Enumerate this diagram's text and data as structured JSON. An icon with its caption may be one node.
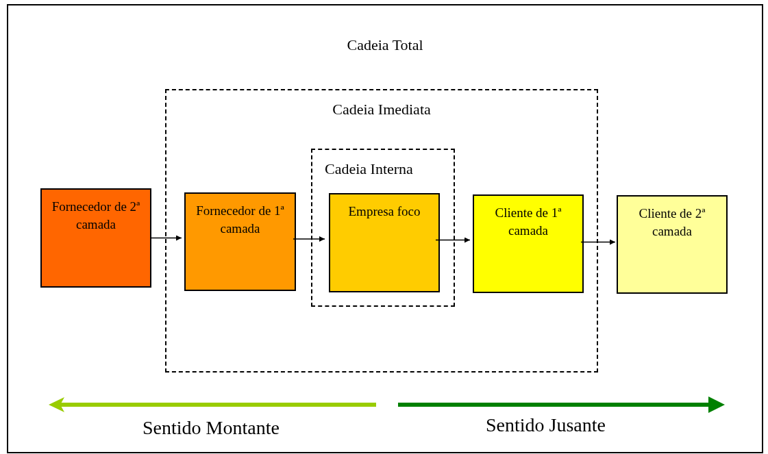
{
  "diagram": {
    "nodes": [
      {
        "text": [
          "Cadeia Total"
        ]
      },
      {
        "text": [
          "Cadeia Imediata"
        ],
        "in": 0
      },
      {
        "text": [
          "Cadeia Interna"
        ],
        "in": 1
      },
      {
        "text": [
          "Fornecedor de 2ª camada"
        ],
        "in": 0
      },
      {
        "text": [
          "Fornecedor de 1ª camada"
        ],
        "in": 1
      },
      {
        "text": [
          "Empresa foco"
        ],
        "in": 2
      },
      {
        "text": [
          "Cliente de 1ª camada"
        ],
        "in": 1
      },
      {
        "text": [
          "Cliente de 2ª camada"
        ],
        "in": 0
      }
    ],
    "edges": [
      {
        "from": 3,
        "to": 4,
        "arrow": "to"
      },
      {
        "from": 4,
        "to": 5,
        "arrow": "to"
      },
      {
        "from": 5,
        "to": 6,
        "arrow": "to"
      },
      {
        "from": 6,
        "to": 7,
        "arrow": "to"
      }
    ],
    "labels": [
      "Sentido Montante",
      "Sentido Jusante"
    ]
  }
}
